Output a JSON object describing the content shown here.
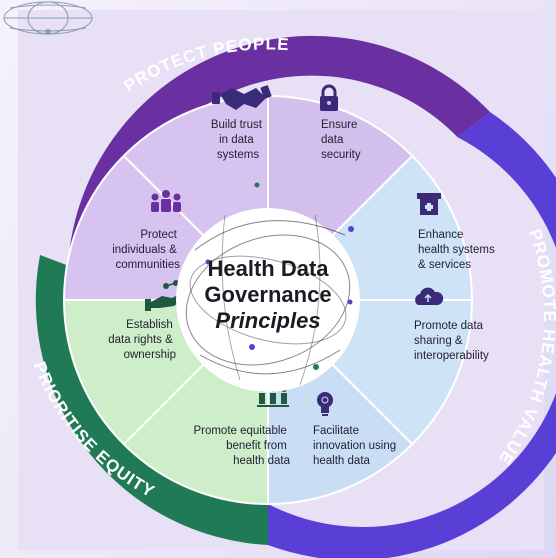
{
  "center": {
    "line1": "Health Data",
    "line2": "Governance",
    "line3": "Principles"
  },
  "bands": {
    "protect_people": "PROTECT PEOPLE",
    "promote_health_value": "PROMOTE HEALTH VALUE",
    "prioritise_equity": "PRIORITISE EQUITY"
  },
  "segments": {
    "build_trust": [
      "Build trust",
      "in data",
      "systems"
    ],
    "ensure_security": [
      "Ensure",
      "data",
      "security"
    ],
    "enhance_health": [
      "Enhance",
      "health systems",
      "& services"
    ],
    "promote_sharing": [
      "Promote data",
      "sharing &",
      "interoperability"
    ],
    "facilitate_innovation": [
      "Facilitate",
      "innovation using",
      "health data"
    ],
    "promote_benefit": [
      "Promote equitable",
      "benefit from",
      "health data"
    ],
    "establish_rights": [
      "Establish",
      "data rights &",
      "ownership"
    ],
    "protect_individuals": [
      "Protect",
      "individuals &",
      "communities"
    ]
  },
  "icons": {
    "build_trust": "handshake-icon",
    "ensure_security": "padlock-icon",
    "enhance_health": "hospital-icon",
    "promote_sharing": "cloud-upload-icon",
    "facilitate_innovation": "lightbulb-icon",
    "promote_benefit": "people-group-icon",
    "establish_rights": "hand-data-icon",
    "protect_individuals": "community-icon"
  },
  "colors": {
    "protect_people": "#6a2fa0",
    "promote_health_value": "#5a3fd6",
    "prioritise_equity": "#1f7a55",
    "segment_purple": "#d7c3ef",
    "segment_blue": "#cfe3f6",
    "segment_green": "#cdeec8"
  }
}
